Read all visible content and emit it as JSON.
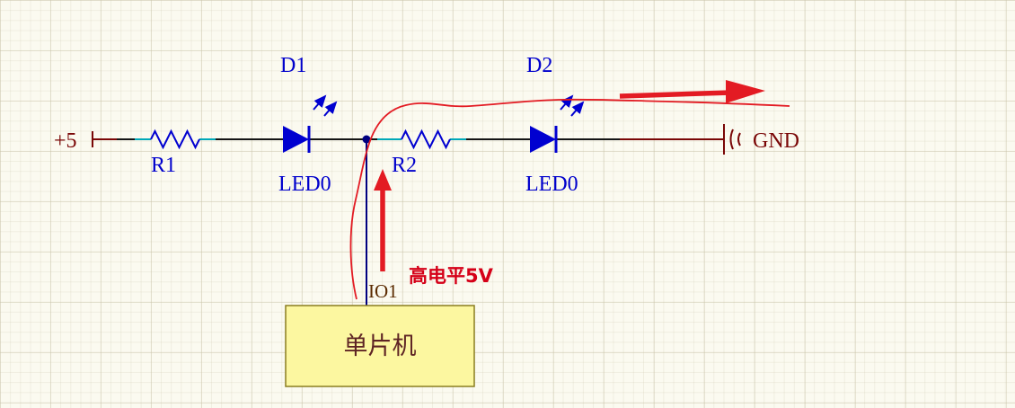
{
  "schematic": {
    "power": {
      "label": "+5"
    },
    "ground": {
      "label": "GND"
    },
    "components": {
      "r1": {
        "designator": "R1"
      },
      "r2": {
        "designator": "R2"
      },
      "d1": {
        "designator": "D1",
        "part": "LED0"
      },
      "d2": {
        "designator": "D2",
        "part": "LED0"
      }
    },
    "mcu": {
      "label": "单片机",
      "pin_label": "IO1"
    },
    "annotation": {
      "label": "高电平5V"
    }
  },
  "colors": {
    "background": "#fbfaf0",
    "grid_line": "#c8c2a8",
    "wire_black": "#141414",
    "component_blue": "#0000d0",
    "label_blue": "#0000cc",
    "power_maroon": "#7a0707",
    "pin_lead_cyan": "#00a8b8",
    "junction_navy": "#000080",
    "annotation_red": "#e31b23",
    "annotation_text_red": "#d50018",
    "mcu_fill": "#fcf7a0",
    "mcu_border": "#8a7d20"
  }
}
